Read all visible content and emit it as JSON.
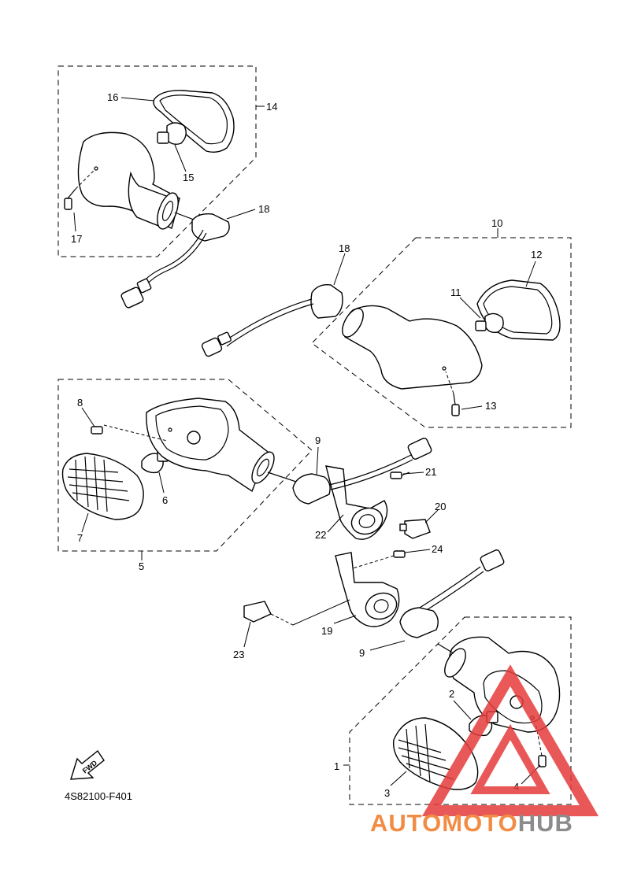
{
  "diagram_code": "4S82100-F401",
  "fwd_label": "FWD",
  "watermark": {
    "brand_orange": "AUTOMOTO",
    "brand_gray": "HUB",
    "orange": "#f28c44",
    "gray": "#8c8c8c",
    "red": "#e63b3b"
  },
  "callouts": {
    "c1": "1",
    "c2": "2",
    "c3": "3",
    "c4": "4",
    "c5": "5",
    "c6": "6",
    "c7": "7",
    "c8": "8",
    "c9a": "9",
    "c9b": "9",
    "c10": "10",
    "c11": "11",
    "c12": "12",
    "c13": "13",
    "c14": "14",
    "c15": "15",
    "c16": "16",
    "c17": "17",
    "c18a": "18",
    "c18b": "18",
    "c19": "19",
    "c20": "20",
    "c21": "21",
    "c22": "22",
    "c23": "23",
    "c24": "24"
  }
}
